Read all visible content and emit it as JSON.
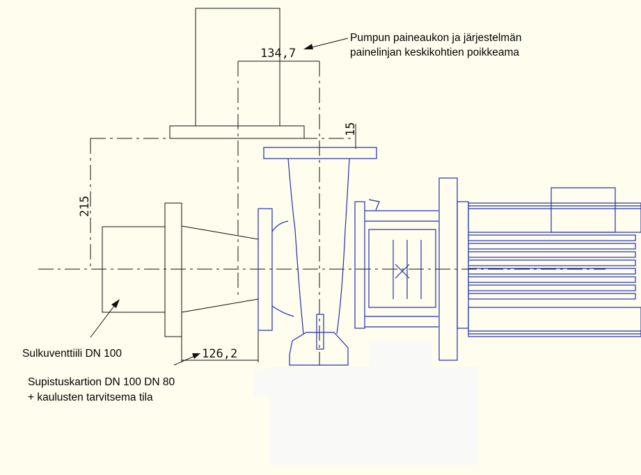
{
  "dimensions": {
    "offset_horizontal": "134,7",
    "flange_gap": "15",
    "height_offset": "215",
    "reducer_length": "126,2"
  },
  "notes": {
    "pressure_offset_line1": "Pumpun paineaukon ja järjestelmän",
    "pressure_offset_line2": "painelinjan keskikohtien poikkeama",
    "valve_label": "Sulkuventtiili DN 100",
    "reducer_line1": "Supistuskartion DN 100 DN 80",
    "reducer_line2": "+ kaulusten tarvitsema tila"
  },
  "colors": {
    "background": "#fffdee",
    "drawing_black": "#111111",
    "pump_blue": "#1f2fb0"
  }
}
